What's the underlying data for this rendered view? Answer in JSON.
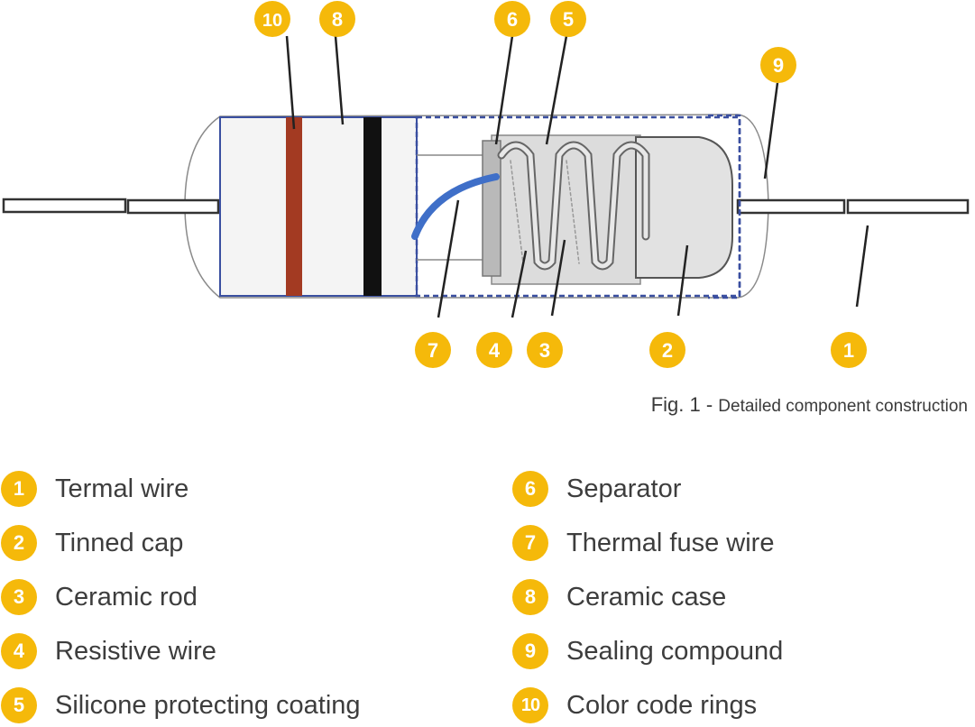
{
  "figure": {
    "caption_prefix": "Fig. 1 -",
    "caption_text": "Detailed component construction"
  },
  "callouts": [
    "10",
    "8",
    "6",
    "5",
    "9",
    "7",
    "4",
    "3",
    "2",
    "1"
  ],
  "legend": [
    {
      "num": "1",
      "label": "Termal wire"
    },
    {
      "num": "2",
      "label": "Tinned cap"
    },
    {
      "num": "3",
      "label": "Ceramic rod"
    },
    {
      "num": "4",
      "label": "Resistive wire"
    },
    {
      "num": "5",
      "label": "Silicone protecting coating"
    },
    {
      "num": "6",
      "label": "Separator"
    },
    {
      "num": "7",
      "label": "Thermal fuse wire"
    },
    {
      "num": "8",
      "label": "Ceramic case"
    },
    {
      "num": "9",
      "label": "Sealing compound"
    },
    {
      "num": "10",
      "label": "Color code rings"
    }
  ],
  "colors": {
    "badge": "#f5b90a",
    "ring_brown": "#a33a22",
    "ring_black": "#111111",
    "outline_blue": "#3a4fa0",
    "fuse_wire_blue": "#3f6fc8",
    "separator_gray": "#b9b9b9"
  }
}
